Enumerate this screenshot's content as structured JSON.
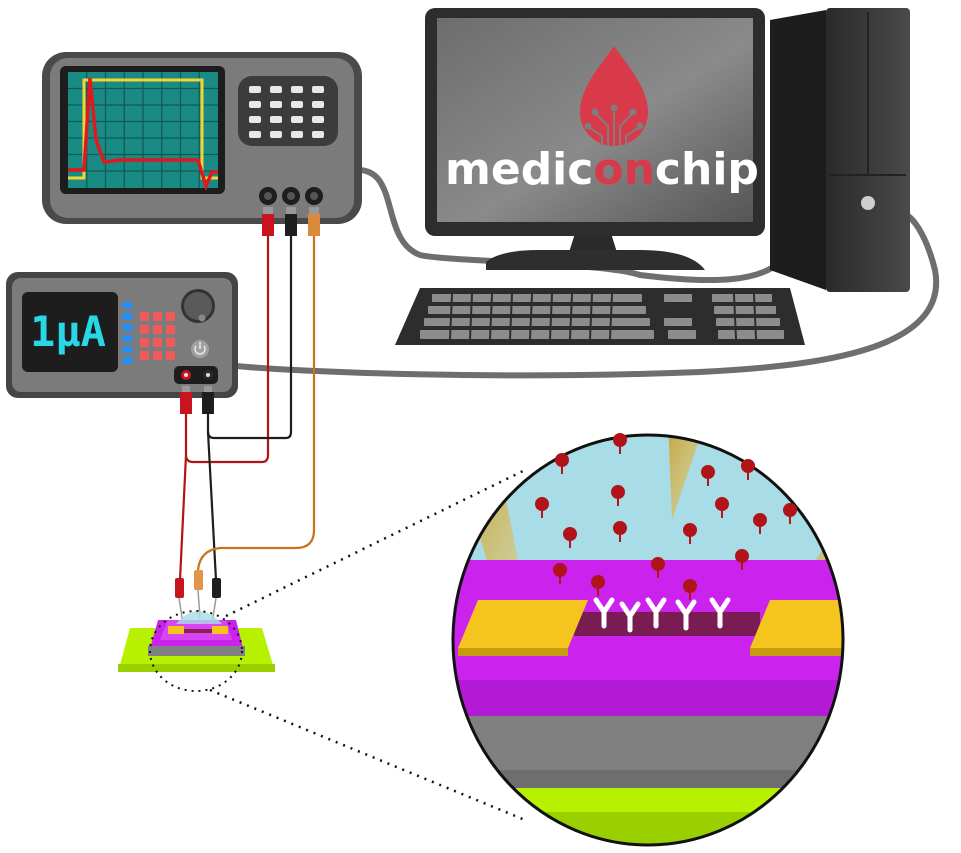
{
  "sourcemeter": {
    "display_value": "1µA"
  },
  "monitor": {
    "brand_part1": "medic",
    "brand_part2": "on",
    "brand_part3": "chip"
  },
  "colors": {
    "brand_red": "#d93a4a",
    "brand_white": "#ffffff",
    "lcd_text": "#29d8e6",
    "scope_screen": "#1a8a85",
    "trace_red": "#e0191c",
    "trace_yellow": "#f2d533",
    "substrate_green": "#b7f000",
    "dielectric_magenta": "#cc22ee",
    "electrode_gold": "#f5c51e",
    "liquid_blue": "#a8dce6",
    "molecule_red": "#b01418",
    "channel_gray": "#808080"
  },
  "icons": [
    "blood-drop-circuit-icon",
    "power-icon",
    "antibody-icon",
    "analyte-molecule-icon"
  ]
}
